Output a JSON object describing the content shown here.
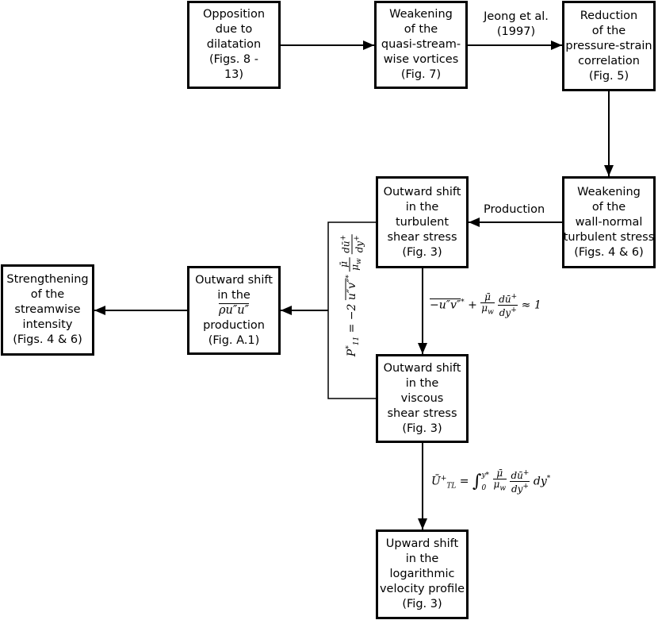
{
  "boxes": {
    "opposition": {
      "lines": [
        "Opposition",
        "due to",
        "dilatation",
        "(Figs. 8 -",
        "13)"
      ]
    },
    "weakening_vortices": {
      "lines": [
        "Weakening",
        "of the",
        "quasi-stream-",
        "wise vortices",
        "(Fig. 7)"
      ]
    },
    "reduction_ps": {
      "lines": [
        "Reduction",
        "of the",
        "pressure-strain",
        "correlation",
        "(Fig. 5)"
      ]
    },
    "weakening_wn": {
      "lines": [
        "Weakening",
        "of the",
        "wall-normal",
        "turbulent stress",
        "(Figs. 4 & 6)"
      ]
    },
    "outward_turb": {
      "lines": [
        "Outward shift",
        "in the",
        "turbulent",
        "shear stress",
        "(Fig. 3)"
      ]
    },
    "outward_prod": {
      "line1": "Outward shift",
      "line2": "in the",
      "overline_term": "ρu″u″",
      "line4": "production",
      "line5": "(Fig. A.1)"
    },
    "strengthening": {
      "lines": [
        "Strengthening",
        "of the",
        "streamwise",
        "intensity",
        "(Figs. 4 & 6)"
      ]
    },
    "outward_visc": {
      "lines": [
        "Outward shift",
        "in the",
        "viscous",
        "shear stress",
        "(Fig. 3)"
      ]
    },
    "upward_log": {
      "lines": [
        "Upward shift",
        "in the",
        "logarithmic",
        "velocity profile",
        "(Fig. 3)"
      ]
    }
  },
  "labels": {
    "jeong_line1": "Jeong et al.",
    "jeong_line2": "(1997)",
    "production": "Production"
  },
  "equations": {
    "balance": {
      "lhs": "−u″v″",
      "lhs_sup": "*",
      "plus": "+",
      "frac1_num": "μ̄",
      "frac1_den": "μ",
      "frac1_den_sub": "w",
      "frac2_num": "dū",
      "frac2_num_sup": "+",
      "frac2_den": "dy",
      "frac2_den_sup": "+",
      "rhs": "≈ 1"
    },
    "p11": {
      "lhs": "P",
      "lhs_sub": "11",
      "lhs_sup": "*",
      "eq": "= −2",
      "term": "u″v″",
      "term_sup": "*",
      "frac1_num": "μ̄",
      "frac1_den": "μ",
      "frac1_den_sub": "w",
      "frac2_num": "dū",
      "frac2_num_sup": "+",
      "frac2_den": "dy",
      "frac2_den_sup": "+"
    },
    "utl": {
      "lhs": "Ū",
      "lhs_sub": "TL",
      "lhs_sup": "+",
      "eq": "=",
      "int": "∫",
      "int_lower": "0",
      "int_upper": "y*",
      "frac1_num": "μ̄",
      "frac1_den": "μ",
      "frac1_den_sub": "w",
      "frac2_num": "dū",
      "frac2_num_sup": "+",
      "frac2_den": "dy",
      "frac2_den_sup": "+",
      "tail": "dy",
      "tail_sup": "*"
    }
  }
}
